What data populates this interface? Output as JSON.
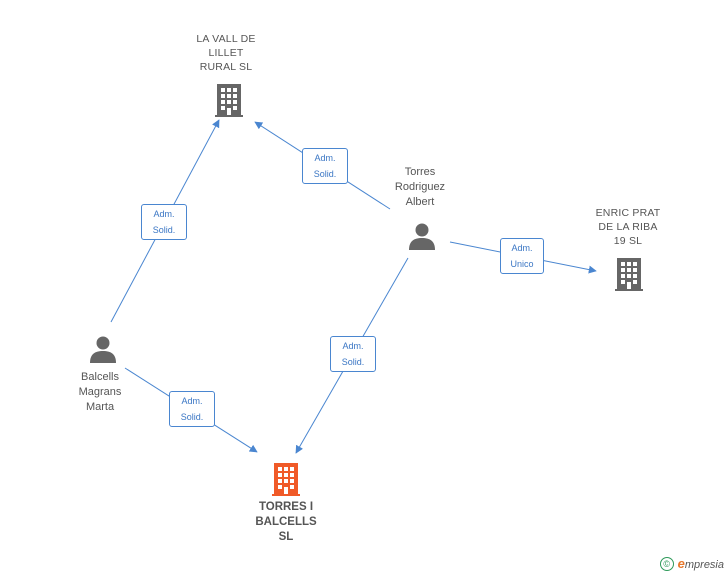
{
  "nodes": {
    "vall_de_lillet": {
      "label": "LA VALL DE\nLILLET\nRURAL  SL",
      "icon": "building-icon",
      "color": "#666666"
    },
    "enric_prat": {
      "label": "ENRIC PRAT\nDE LA RIBA\n19 SL",
      "icon": "building-icon",
      "color": "#666666"
    },
    "torres_balcells": {
      "label": "TORRES I\nBALCELLS\nSL",
      "icon": "building-icon",
      "color": "#f05a28"
    },
    "torres_rodriguez": {
      "label": "Torres\nRodriguez\nAlbert",
      "icon": "person-icon",
      "color": "#666666"
    },
    "balcells_magrans": {
      "label": "Balcells\nMagrans\nMarta",
      "icon": "person-icon",
      "color": "#666666"
    }
  },
  "edges": [
    {
      "id": "e1",
      "line1": "Adm.",
      "line2": "Solid."
    },
    {
      "id": "e2",
      "line1": "Adm.",
      "line2": "Solid."
    },
    {
      "id": "e3",
      "line1": "Adm.",
      "line2": "Unico"
    },
    {
      "id": "e4",
      "line1": "Adm.",
      "line2": "Solid."
    },
    {
      "id": "e5",
      "line1": "Adm.",
      "line2": "Solid."
    }
  ],
  "colors": {
    "edge": "#4a86d0"
  },
  "footer": {
    "copyright_symbol": "©",
    "brand_first": "e",
    "brand_rest": "mpresia"
  }
}
